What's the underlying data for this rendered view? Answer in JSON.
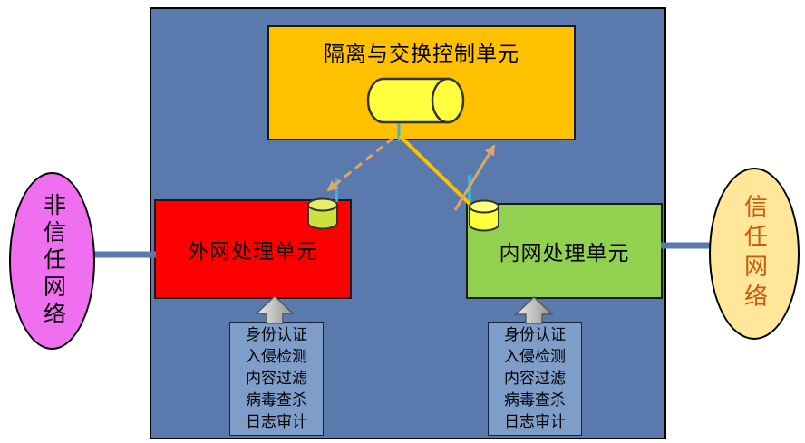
{
  "diagram": {
    "control_unit": {
      "label": "隔离与交换控制单元"
    },
    "external_unit": {
      "label": "外网处理单元"
    },
    "internal_unit": {
      "label": "内网处理单元"
    },
    "untrusted_network": {
      "label": "非信任网络"
    },
    "trusted_network": {
      "label": "信任网络"
    },
    "external_functions": {
      "lines": [
        "身份认证",
        "入侵检测",
        "内容过滤",
        "病毒查杀",
        "日志审计"
      ]
    },
    "internal_functions": {
      "lines": [
        "身份认证",
        "入侵检测",
        "内容过滤",
        "病毒查杀",
        "日志审计"
      ]
    },
    "icons": {
      "control_storage": "horizontal-cylinder",
      "external_storage": "vertical-cylinder",
      "internal_storage": "vertical-cylinder",
      "upload_left": "block-up-arrow",
      "upload_right": "block-up-arrow"
    },
    "colors": {
      "frame_fill": "#5a79ad",
      "control_unit_fill": "#ffc000",
      "external_unit_fill": "#ff0000",
      "internal_unit_fill": "#92d050",
      "untrusted_fill": "#f06ef0",
      "trusted_fill": "#ffe699",
      "trusted_text": "#c55a11",
      "function_box_fill": "#7f9dc9",
      "cylinder_fill": "#ffff3d",
      "external_cylinder_fill": "#cfdf3e",
      "link_tan": "#dca665",
      "link_yellow": "#ffc000",
      "tick_blue": "#41b0d8"
    }
  }
}
